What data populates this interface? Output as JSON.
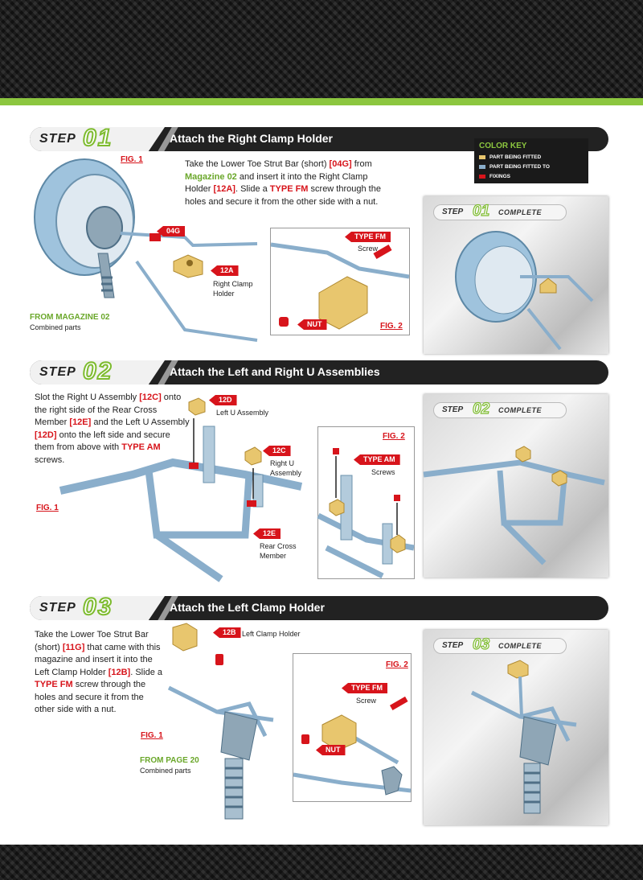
{
  "colors": {
    "accent_green": "#8cc63f",
    "callout_red": "#d7141b",
    "part_fitted": "#e8c66e",
    "part_fitted_to": "#8aaecb",
    "fixings": "#d7141b"
  },
  "color_key": {
    "title": "COLOR KEY",
    "items": [
      {
        "label": "PART BEING FITTED",
        "color": "#e8c66e"
      },
      {
        "label": "PART BEING FITTED TO",
        "color": "#8aaecb"
      },
      {
        "label": "FIXINGS",
        "color": "#d7141b"
      }
    ]
  },
  "steps": [
    {
      "word": "STEP",
      "num": "01",
      "title": "Attach the Right Clamp Holder",
      "text": {
        "a": "Take the Lower Toe Strut Bar (short) ",
        "b": "[04G]",
        "c": " from ",
        "d": "Magazine 02",
        "e": " and insert it into the Right Clamp Holder ",
        "f": "[12A]",
        "g": ". Slide a ",
        "h": "TYPE FM",
        "i": " screw through the holes and secure it from the other side with a nut."
      },
      "fig1": "FIG. 1",
      "fig2": "FIG. 2",
      "callouts": {
        "c1": "04G",
        "c2": "12A",
        "c3": "TYPE FM",
        "c4": "NUT"
      },
      "labels": {
        "l1": "Right Clamp Holder",
        "l2": "Screw"
      },
      "source": {
        "head": "FROM MAGAZINE 02",
        "sub": "Combined parts"
      },
      "complete": {
        "word": "STEP",
        "num": "01",
        "tail": "COMPLETE"
      }
    },
    {
      "word": "STEP",
      "num": "02",
      "title": "Attach the Left and Right U Assemblies",
      "text": {
        "a": "Slot the Right U Assembly ",
        "b": "[12C]",
        "c": " onto the right side of the Rear Cross Member ",
        "d": "[12E]",
        "e": " and the Left U Assembly ",
        "f": "[12D]",
        "g": " onto the left side and secure them from above with ",
        "h": "TYPE AM",
        "i": " screws."
      },
      "fig1": "FIG. 1",
      "fig2": "FIG. 2",
      "callouts": {
        "c1": "12D",
        "c2": "12C",
        "c3": "12E",
        "c4": "TYPE AM"
      },
      "labels": {
        "l1": "Left U Assembly",
        "l2": "Right U Assembly",
        "l3": "Rear Cross Member",
        "l4": "Screws"
      },
      "complete": {
        "word": "STEP",
        "num": "02",
        "tail": "COMPLETE"
      }
    },
    {
      "word": "STEP",
      "num": "03",
      "title": "Attach the Left Clamp Holder",
      "text": {
        "a": "Take the Lower Toe Strut Bar (short) ",
        "b": "[11G]",
        "c": " that came with this magazine and insert it into the Left Clamp Holder ",
        "d": "[12B]",
        "e": ". Slide a ",
        "f": "TYPE FM",
        "g": " screw through the holes and secure it from the other side with a nut."
      },
      "fig1": "FIG. 1",
      "fig2": "FIG. 2",
      "callouts": {
        "c1": "12B",
        "c2": "TYPE FM",
        "c3": "NUT"
      },
      "labels": {
        "l1": "Left Clamp Holder",
        "l2": "Screw"
      },
      "source": {
        "head": "FROM PAGE 20",
        "sub": "Combined parts"
      },
      "complete": {
        "word": "STEP",
        "num": "03",
        "tail": "COMPLETE"
      }
    }
  ]
}
